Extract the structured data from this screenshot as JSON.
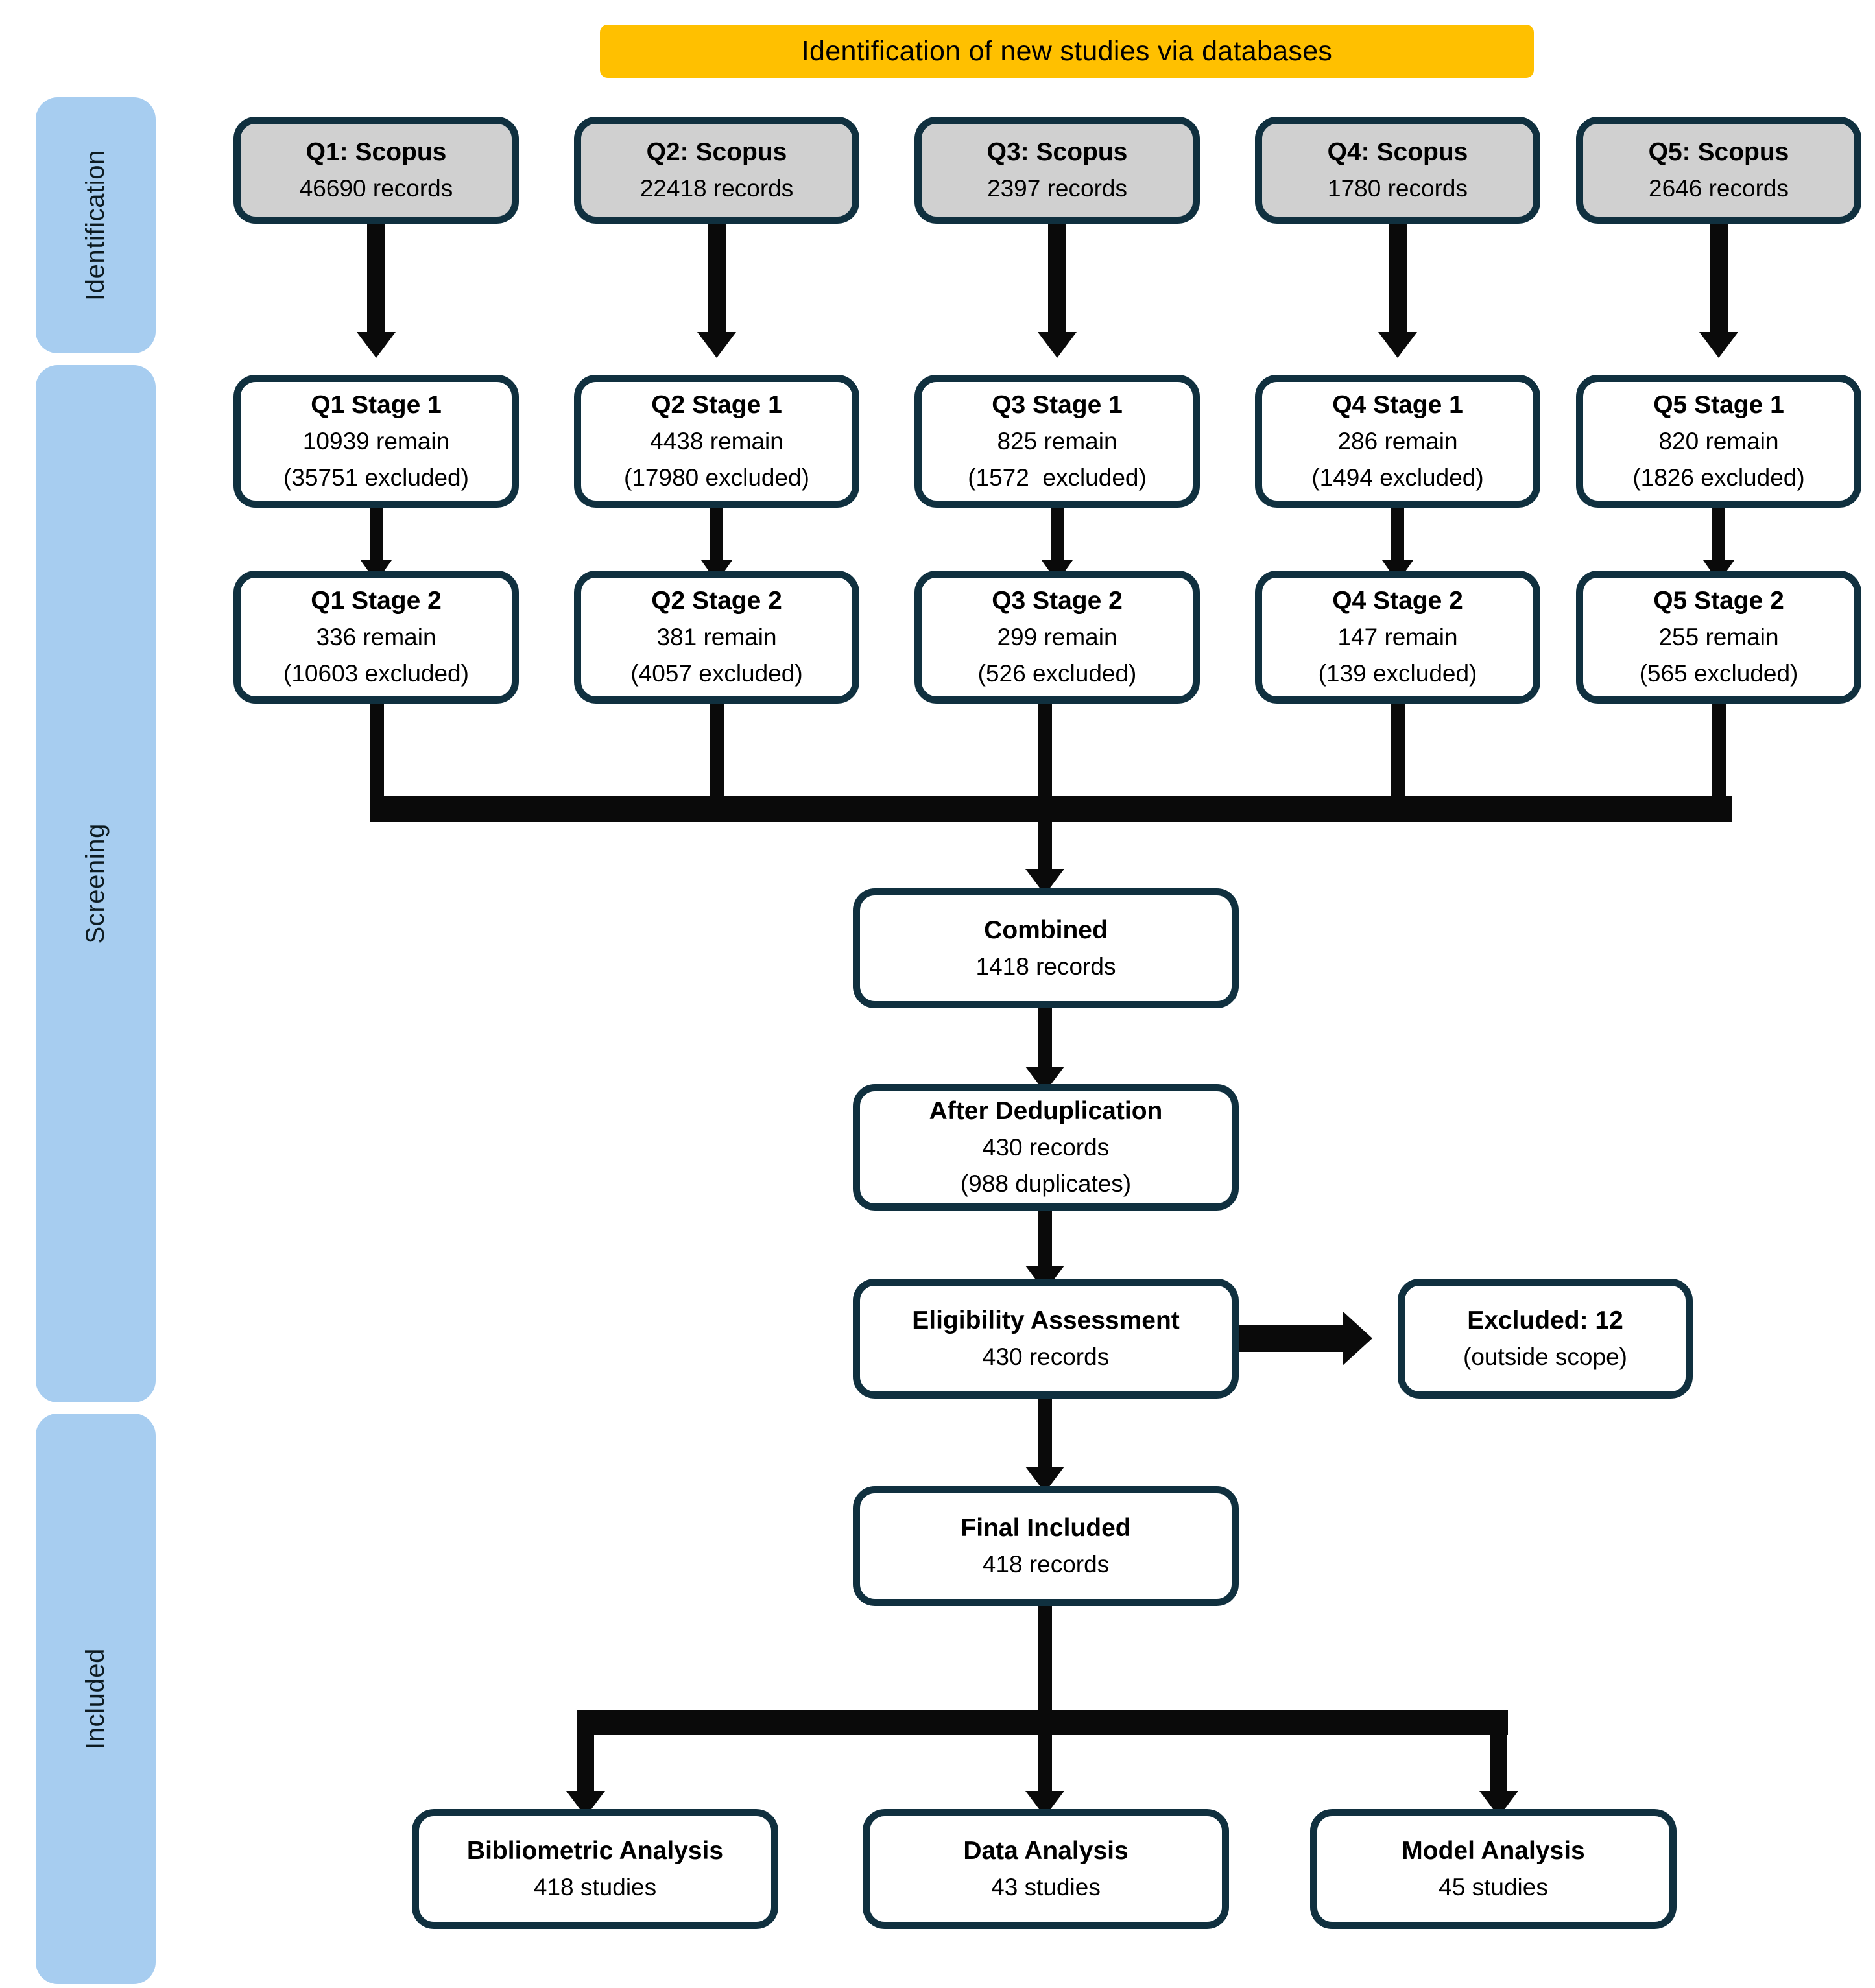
{
  "banner": {
    "title": "Identification of new studies via databases",
    "color": "#ffc000"
  },
  "bands": [
    {
      "label": "Identification",
      "color": "#a7cdf0"
    },
    {
      "label": "Screening",
      "color": "#a7cdf0"
    },
    {
      "label": "Included",
      "color": "#a7cdf0"
    }
  ],
  "sources": [
    {
      "title": "Q1: Scopus",
      "line2": "46690 records"
    },
    {
      "title": "Q2: Scopus",
      "line2": "22418 records"
    },
    {
      "title": "Q3: Scopus",
      "line2": "2397 records"
    },
    {
      "title": "Q4: Scopus",
      "line2": "1780 records"
    },
    {
      "title": "Q5: Scopus",
      "line2": "2646 records"
    }
  ],
  "stage1": [
    {
      "title": "Q1 Stage 1",
      "line2": "10939 remain",
      "line3": "(35751 excluded)"
    },
    {
      "title": "Q2 Stage 1",
      "line2": "4438 remain",
      "line3": "(17980 excluded)"
    },
    {
      "title": "Q3 Stage 1",
      "line2": "825 remain",
      "line3": "(1572  excluded)"
    },
    {
      "title": "Q4 Stage 1",
      "line2": "286 remain",
      "line3": "(1494 excluded)"
    },
    {
      "title": "Q5 Stage 1",
      "line2": "820 remain",
      "line3": "(1826 excluded)"
    }
  ],
  "stage2": [
    {
      "title": "Q1 Stage 2",
      "line2": "336 remain",
      "line3": "(10603 excluded)"
    },
    {
      "title": "Q2 Stage 2",
      "line2": "381 remain",
      "line3": "(4057 excluded)"
    },
    {
      "title": "Q3 Stage 2",
      "line2": "299 remain",
      "line3": "(526 excluded)"
    },
    {
      "title": "Q4 Stage 2",
      "line2": "147 remain",
      "line3": "(139 excluded)"
    },
    {
      "title": "Q5 Stage 2",
      "line2": "255 remain",
      "line3": "(565 excluded)"
    }
  ],
  "combined": {
    "title": "Combined",
    "line2": "1418 records"
  },
  "dedup": {
    "title": "After Deduplication",
    "line2": "430 records",
    "line3": "(988 duplicates)"
  },
  "eligibility": {
    "title": "Eligibility Assessment",
    "line2": "430 records"
  },
  "excluded": {
    "title": "Excluded: 12",
    "line2": "(outside scope)"
  },
  "final": {
    "title": "Final Included",
    "line2": "418 records"
  },
  "outputs": [
    {
      "title": "Bibliometric Analysis",
      "line2": "418 studies"
    },
    {
      "title": "Data Analysis",
      "line2": "43 studies"
    },
    {
      "title": "Model Analysis",
      "line2": "45 studies"
    }
  ],
  "chart_data": {
    "type": "diagram",
    "title": "PRISMA flow diagram — Identification of new studies via databases",
    "phases": [
      "Identification",
      "Screening",
      "Included"
    ],
    "queries": [
      "Q1",
      "Q2",
      "Q3",
      "Q4",
      "Q5"
    ],
    "records_identified": [
      46690,
      22418,
      2397,
      1780,
      2646
    ],
    "stage1_remain": [
      10939,
      4438,
      825,
      286,
      820
    ],
    "stage1_excluded": [
      35751,
      17980,
      1572,
      1494,
      1826
    ],
    "stage2_remain": [
      336,
      381,
      299,
      147,
      255
    ],
    "stage2_excluded": [
      10603,
      4057,
      526,
      139,
      565
    ],
    "combined_records": 1418,
    "after_dedup_records": 430,
    "duplicates_removed": 988,
    "eligibility_records": 430,
    "excluded_outside_scope": 12,
    "final_included": 418,
    "outputs": {
      "bibliometric_analysis": 418,
      "data_analysis": 43,
      "model_analysis": 45
    }
  }
}
